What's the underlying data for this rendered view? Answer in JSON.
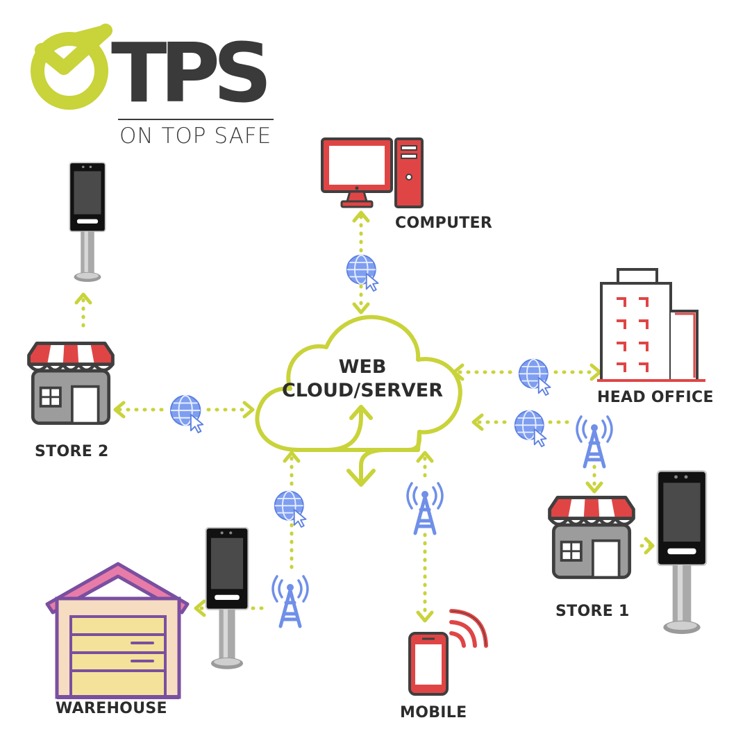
{
  "logo": {
    "word": "TPS",
    "tagline": "ON TOP SAFE"
  },
  "center": {
    "line1": "WEB",
    "line2": "CLOUD/SERVER"
  },
  "nodes": {
    "computer": "COMPUTER",
    "head_office": "HEAD OFFICE",
    "store2": "STORE 2",
    "store1": "STORE 1",
    "warehouse": "WAREHOUSE",
    "mobile": "MOBILE"
  },
  "colors": {
    "accent": "#c9d33a",
    "dark": "#3a3a3a",
    "red": "#e04545",
    "globe": "#6f8fe8",
    "gray": "#9a9a9a"
  },
  "icons": [
    "check-icon",
    "computer-icon",
    "building-icon",
    "store-icon",
    "warehouse-icon",
    "mobile-icon",
    "terminal-icon",
    "globe-cursor-icon",
    "antenna-icon"
  ]
}
